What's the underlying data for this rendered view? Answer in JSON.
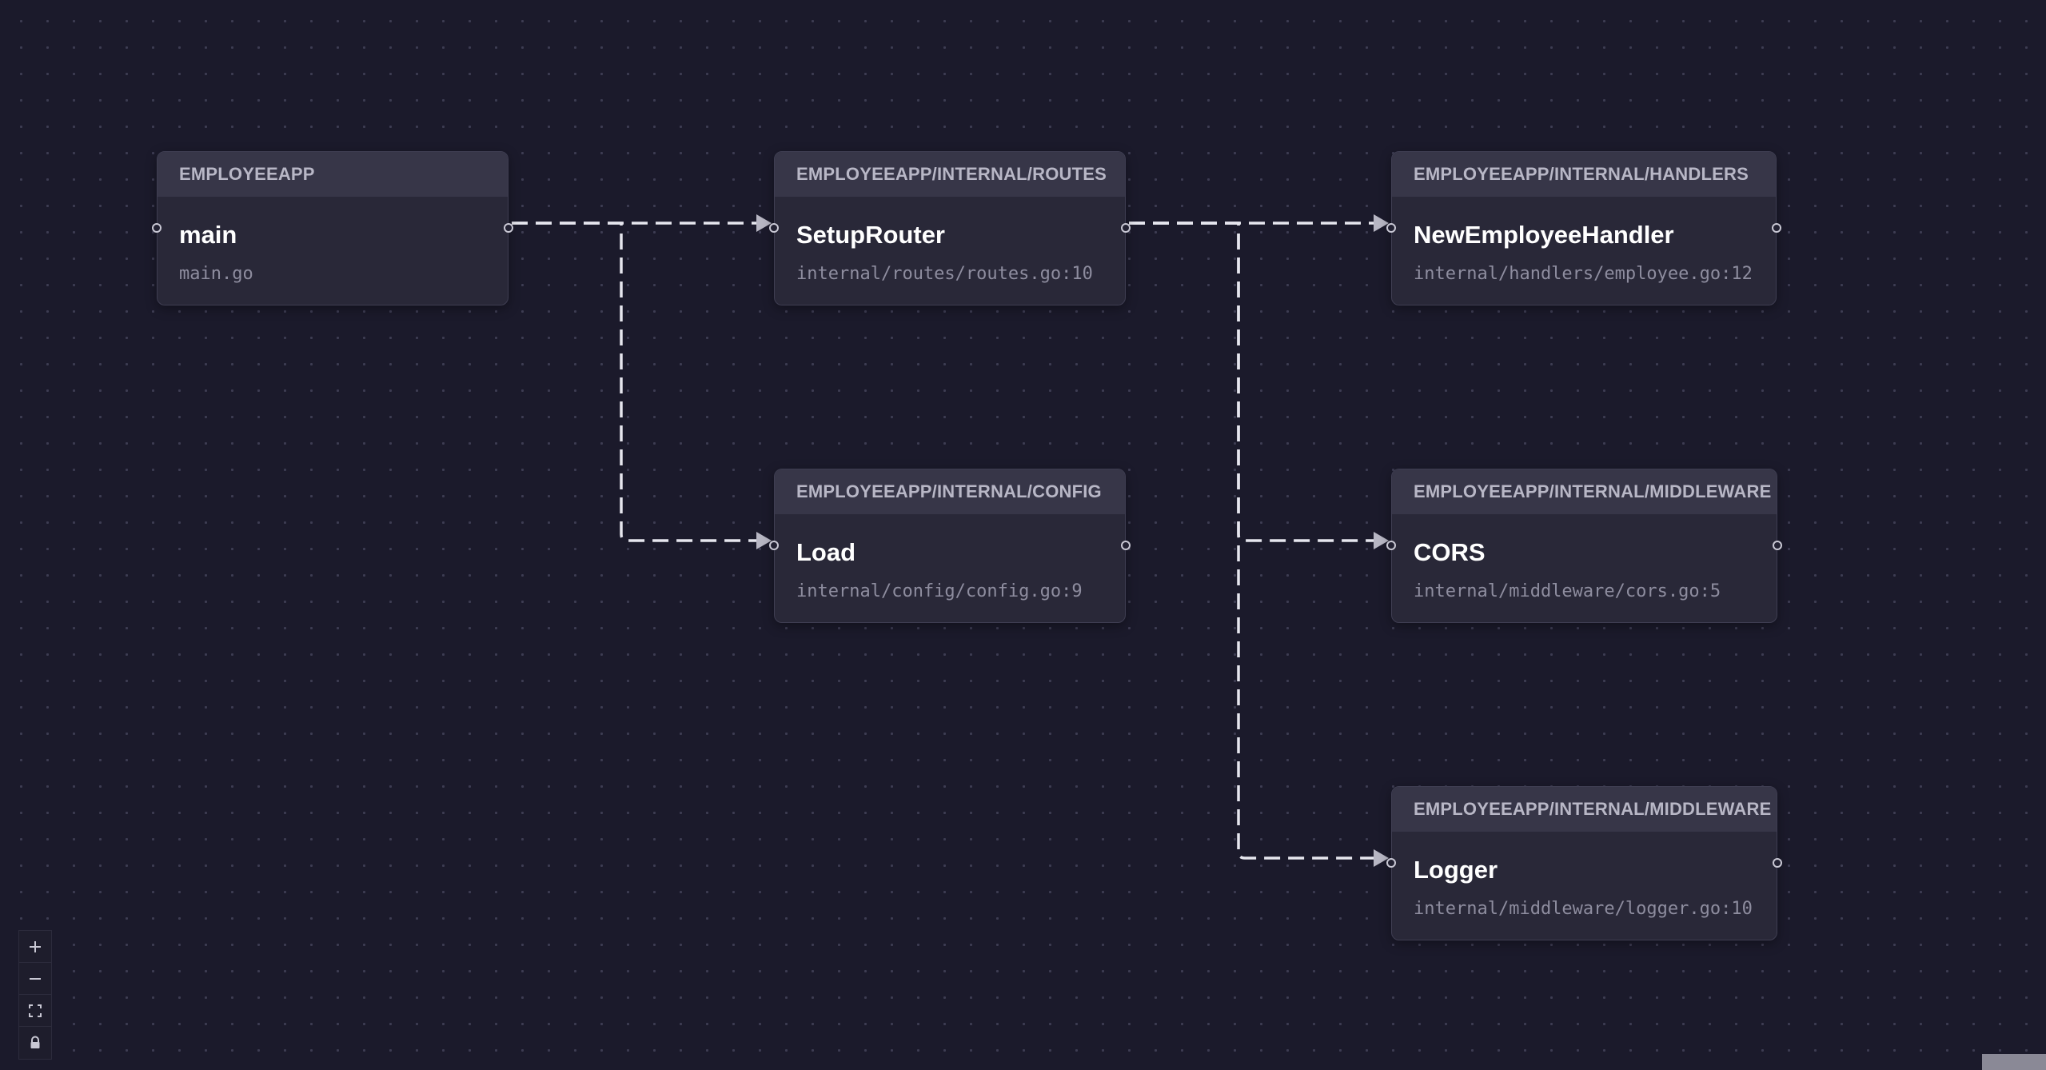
{
  "nodes": [
    {
      "id": "main",
      "package": "EMPLOYEEAPP",
      "name": "main",
      "file": "main.go"
    },
    {
      "id": "setuprouter",
      "package": "EMPLOYEEAPP/INTERNAL/ROUTES",
      "name": "SetupRouter",
      "file": "internal/routes/routes.go:10"
    },
    {
      "id": "newemployeehandler",
      "package": "EMPLOYEEAPP/INTERNAL/HANDLERS",
      "name": "NewEmployeeHandler",
      "file": "internal/handlers/employee.go:12"
    },
    {
      "id": "load",
      "package": "EMPLOYEEAPP/INTERNAL/CONFIG",
      "name": "Load",
      "file": "internal/config/config.go:9"
    },
    {
      "id": "cors",
      "package": "EMPLOYEEAPP/INTERNAL/MIDDLEWARE",
      "name": "CORS",
      "file": "internal/middleware/cors.go:5"
    },
    {
      "id": "logger",
      "package": "EMPLOYEEAPP/INTERNAL/MIDDLEWARE",
      "name": "Logger",
      "file": "internal/middleware/logger.go:10"
    }
  ],
  "edges": [
    {
      "from": "main",
      "to": "setuprouter"
    },
    {
      "from": "main",
      "to": "load"
    },
    {
      "from": "setuprouter",
      "to": "newemployeehandler"
    },
    {
      "from": "setuprouter",
      "to": "cors"
    },
    {
      "from": "setuprouter",
      "to": "logger"
    }
  ],
  "controls": [
    {
      "name": "zoom-in",
      "icon": "plus-icon"
    },
    {
      "name": "zoom-out",
      "icon": "minus-icon"
    },
    {
      "name": "fit-view",
      "icon": "fit-view-icon"
    },
    {
      "name": "lock",
      "icon": "lock-icon"
    }
  ],
  "colors": {
    "background": "#1b1a2b",
    "node": "#292838",
    "node_header": "#373648",
    "edge": "#e6e6ee"
  }
}
